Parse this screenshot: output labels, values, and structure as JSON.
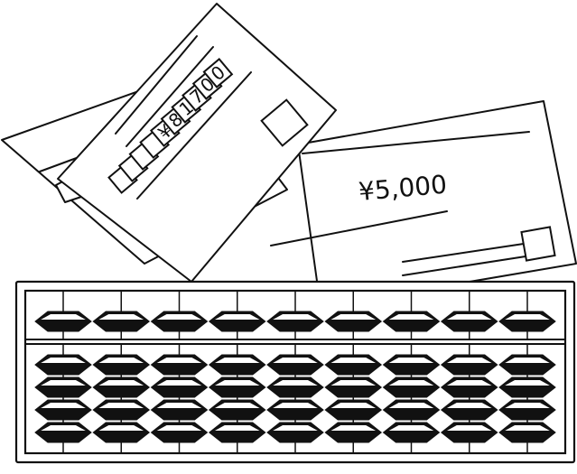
{
  "documents": {
    "slip": {
      "amount_prefix": "¥",
      "digits": [
        "8",
        "1",
        "7",
        "0",
        "0"
      ]
    },
    "check": {
      "amount": "¥5,000"
    }
  },
  "abacus": {
    "rod_count": 9,
    "heaven_beads_per_rod": 1,
    "earth_beads_per_rod": 4
  },
  "colors": {
    "ink": "#111111",
    "paper": "#ffffff"
  }
}
